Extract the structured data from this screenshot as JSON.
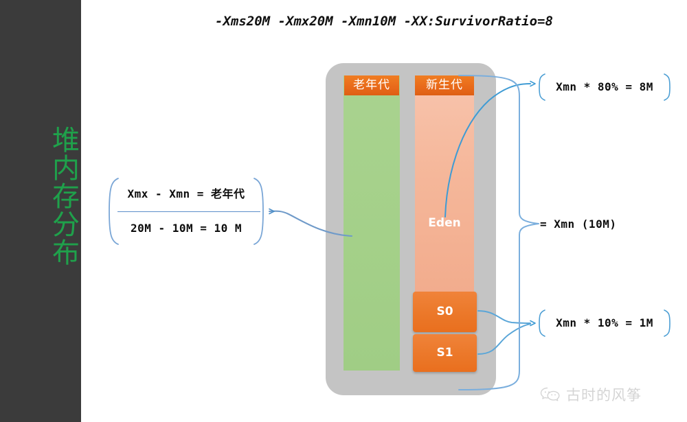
{
  "sidebar": {
    "title": "堆内存分布",
    "background_color": "#3b3b3b",
    "text_color": "#1fa14b"
  },
  "header": {
    "title": "-Xms20M -Xmx20M -Xmn10M -XX:SurvivorRatio=8"
  },
  "heap": {
    "container_color": "#c4c4c4",
    "old_generation": {
      "badge_label": "老年代",
      "fill_color": "#a4d089"
    },
    "young_generation": {
      "badge_label": "新生代",
      "fill_color": "#f5b79a",
      "eden_label": "Eden",
      "survivors": [
        {
          "label": "S0",
          "fill_color": "#ec7a2c"
        },
        {
          "label": "S1",
          "fill_color": "#ec7a2c"
        }
      ]
    }
  },
  "annotations": {
    "left": {
      "line1": "Xmx - Xmn = 老年代",
      "line2": "20M - 10M = 10 M",
      "accent_color": "#5b8dc9"
    },
    "top_right": {
      "text": "Xmn * 80% = 8M"
    },
    "middle_right": {
      "text": "= Xmn (10M)"
    },
    "bottom_right": {
      "text": "Xmn * 10% = 1M"
    }
  },
  "watermark": {
    "icon": "wechat-icon",
    "text": "古时的风筝"
  }
}
